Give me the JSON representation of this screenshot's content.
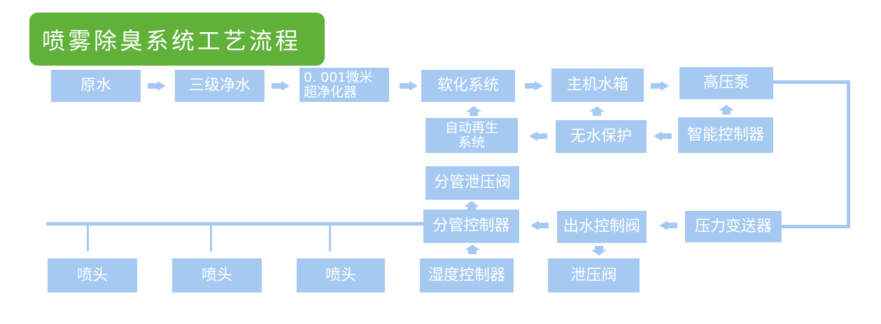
{
  "title": "喷雾除臭系统工艺流程",
  "nodes": {
    "raw_water": "原水",
    "three_stage": "三级净水",
    "ultra_filter_1": "0. 001微米",
    "ultra_filter_2": "超净化器",
    "softening": "软化系统",
    "main_tank": "主机水箱",
    "hp_pump": "高压泵",
    "auto_regen_1": "自动再生",
    "auto_regen_2": "系统",
    "no_water_protect": "无水保护",
    "smart_controller": "智能控制器",
    "branch_relief": "分管泄压阀",
    "branch_controller": "分管控制器",
    "outlet_valve": "出水控制阀",
    "pressure_transmitter": "压力变送器",
    "humidity_controller": "湿度控制器",
    "relief_valve": "泄压阀",
    "nozzle_1": "喷头",
    "nozzle_2": "喷头",
    "nozzle_3": "喷头"
  },
  "colors": {
    "box": "#a6c9f2",
    "title_bg": "#5fb13a",
    "text": "#ffffff"
  }
}
